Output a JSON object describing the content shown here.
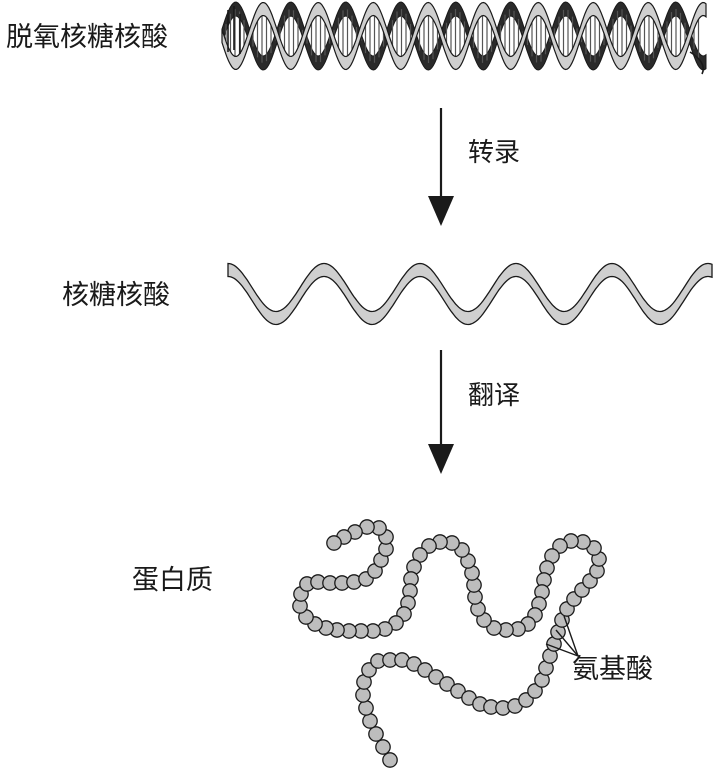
{
  "labels": {
    "dna": "脱氧核糖核酸",
    "rna": "核糖核酸",
    "protein": "蛋白质",
    "amino_acid": "氨基酸"
  },
  "steps": {
    "transcription": "转录",
    "translation": "翻译"
  },
  "colors": {
    "ink": "#1a1a1a",
    "strand_fill": "#cfcfcf",
    "dna_dark": "#2a2a2a",
    "bead_fill": "#bdbdbd"
  }
}
